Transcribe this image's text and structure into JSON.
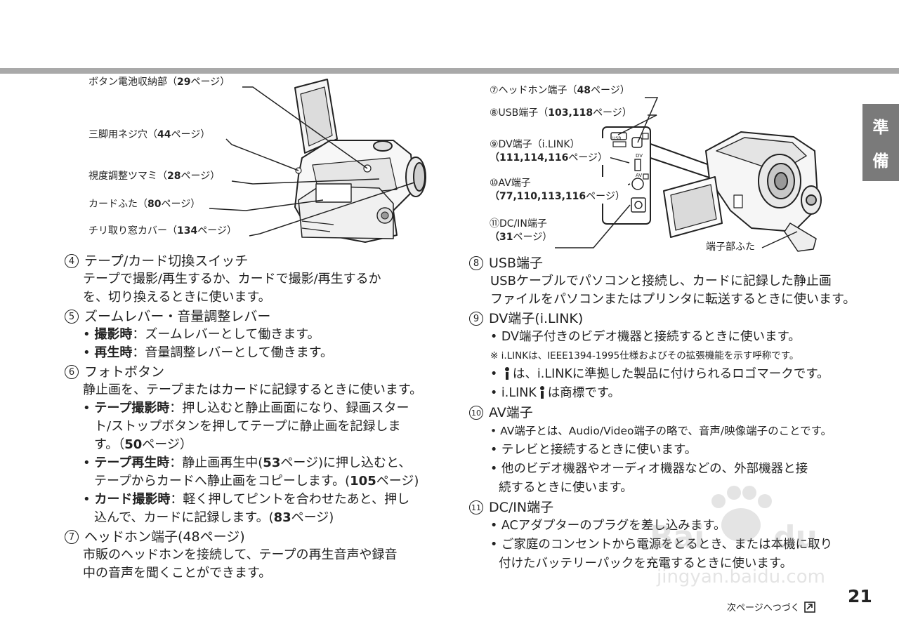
{
  "side_tab": [
    "準",
    "備"
  ],
  "left_callouts": [
    {
      "pre": "ボタン電池収納部（",
      "bold": "29",
      "post": "ページ）"
    },
    {
      "pre": "三脚用ネジ穴（",
      "bold": "44",
      "post": "ページ）"
    },
    {
      "pre": "視度調整ツマミ（",
      "bold": "28",
      "post": "ページ）"
    },
    {
      "pre": "カードふた（",
      "bold": "80",
      "post": "ページ）"
    },
    {
      "pre": "チリ取り窓カバー（",
      "bold": "134",
      "post": "ページ）"
    }
  ],
  "right_callouts": [
    {
      "line1_pre": "⑦ヘッドホン端子（",
      "line1_bold": "48",
      "line1_post": "ページ）",
      "line2_bold": "",
      "line2_post": ""
    },
    {
      "line1_pre": "⑧USB端子（",
      "line1_bold": "103,118",
      "line1_post": "ページ）",
      "line2_bold": "",
      "line2_post": ""
    },
    {
      "line1_pre": "⑨DV端子（i.LINK）",
      "line1_bold": "",
      "line1_post": "",
      "line2_bold": "（111,114,116",
      "line2_post": "ページ）"
    },
    {
      "line1_pre": "⑩AV端子",
      "line1_bold": "",
      "line1_post": "",
      "line2_bold": "（77,110,113,116",
      "line2_post": "ページ）"
    },
    {
      "line1_pre": "⑪DC/IN端子",
      "line1_bold": "",
      "line1_post": "",
      "line2_bold": "（31",
      "line2_post": "ページ）"
    }
  ],
  "panel_labels": {
    "usb": "USB",
    "dv": "DV",
    "av": "AV"
  },
  "cover_label": "端子部ふた",
  "left_sections": {
    "s4": {
      "num": "4",
      "title": "テープ/カード切換スイッチ",
      "body": [
        "テープで撮影/再生するか、カードで撮影/再生するか",
        "を、切り換えるときに使います。"
      ]
    },
    "s5": {
      "num": "5",
      "title": "ズームレバー・音量調整レバー",
      "bullets": [
        {
          "bold": "撮影時",
          "text": "：ズームレバーとして働きます。"
        },
        {
          "bold": "再生時",
          "text": "：音量調整レバーとして働きます。"
        }
      ]
    },
    "s6": {
      "num": "6",
      "title": "フォトボタン",
      "body": "静止画を、テープまたはカードに記録するときに使います。",
      "b1_bold": "テープ撮影時",
      "b1_l1": "：押し込むと静止画面になり、録画スター",
      "b1_l2": "ト/ストップボタンを押してテープに静止画を記録しま",
      "b1_l3_pre": "す。（",
      "b1_l3_bold": "50",
      "b1_l3_post": "ページ）",
      "b2_bold": "テープ再生時",
      "b2_l1_pre": "：静止画再生中(",
      "b2_l1_bold": "53",
      "b2_l1_post": "ページ)に押し込むと、",
      "b2_l2_pre": "テープからカードへ静止画をコピーします。(",
      "b2_l2_bold": "105",
      "b2_l2_post": "ページ)",
      "b3_bold": "カード撮影時",
      "b3_l1": "：軽く押してピントを合わせたあと、押し",
      "b3_l2_pre": "込んで、カードに記録します。(",
      "b3_l2_bold": "83",
      "b3_l2_post": "ページ)"
    },
    "s7": {
      "num": "7",
      "title": "ヘッドホン端子(48ページ)",
      "body": [
        "市販のヘッドホンを接続して、テープの再生音声や録音",
        "中の音声を聞くことができます。"
      ]
    }
  },
  "right_sections": {
    "s8": {
      "num": "8",
      "title": "USB端子",
      "body": [
        "USBケーブルでパソコンと接続し、カードに記録した静止画",
        "ファイルをパソコンまたはプリンタに転送するときに使います。"
      ]
    },
    "s9": {
      "num": "9",
      "title": "DV端子(i.LINK)",
      "bullet1": "DV端子付きのビデオ機器と接続するときに使います。",
      "note": "※ i.LINKは、IEEE1394-1995仕様およびその拡張機能を示す呼称です。",
      "bullet2": "は、i.LINKに準拠した製品に付けられるロゴマークです。",
      "bullet3_pre": "i.LINK",
      "bullet3_post": "は商標です。"
    },
    "s10": {
      "num": "10",
      "title": "AV端子",
      "bullets": [
        "AV端子とは、Audio/Video端子の略で、音声/映像端子のことです。",
        "テレビと接続するときに使います。",
        "他のビデオ機器やオーディオ機器などの、外部機器と接",
        "続するときに使います。"
      ]
    },
    "s11": {
      "num": "11",
      "title": "DC/IN端子",
      "bullets": [
        "ACアダプターのプラグを差し込みます。",
        "ご家庭のコンセントから電源をとるとき、または本機に取り",
        "付けたバッテリーパックを充電するときに使います。"
      ]
    }
  },
  "footer": {
    "page_number": "21",
    "next": "次ページへつづく"
  },
  "watermark": {
    "text": "jingyan.baidu.com"
  }
}
